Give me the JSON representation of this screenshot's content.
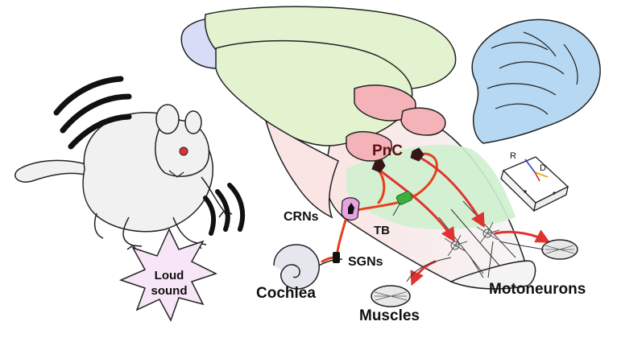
{
  "labels": {
    "pnc": "PnC",
    "crns": "CRNs",
    "tb": "TB",
    "sgns": "SGNs",
    "cochlea": "Cochlea",
    "muscles": "Muscles",
    "motoneurons": "Motoneurons",
    "loud_sound_line1": "Loud",
    "loud_sound_line2": "sound",
    "axis_r": "R",
    "axis_d": "D"
  },
  "colors": {
    "pathway": "#e8401c",
    "projection_arrow": "#e0332f",
    "crn_fill": "#e6a3e0",
    "tb_fill": "#3fae3f",
    "pnc_neuron": "#3a1414",
    "forebrain": "#e3f3cf",
    "olfactory_bulb": "#d8dcf6",
    "brainstem": "#fbe4e4",
    "pnc_region": "#cff0cf",
    "cerebellum_3d": "#b6d8f2",
    "burst": "#f7e6f7"
  },
  "icons": [
    "rat-icon",
    "sound-wave-icon",
    "cochlea-icon",
    "neuron-icon",
    "muscle-icon",
    "axis-cube-icon",
    "cerebellum-icon"
  ]
}
